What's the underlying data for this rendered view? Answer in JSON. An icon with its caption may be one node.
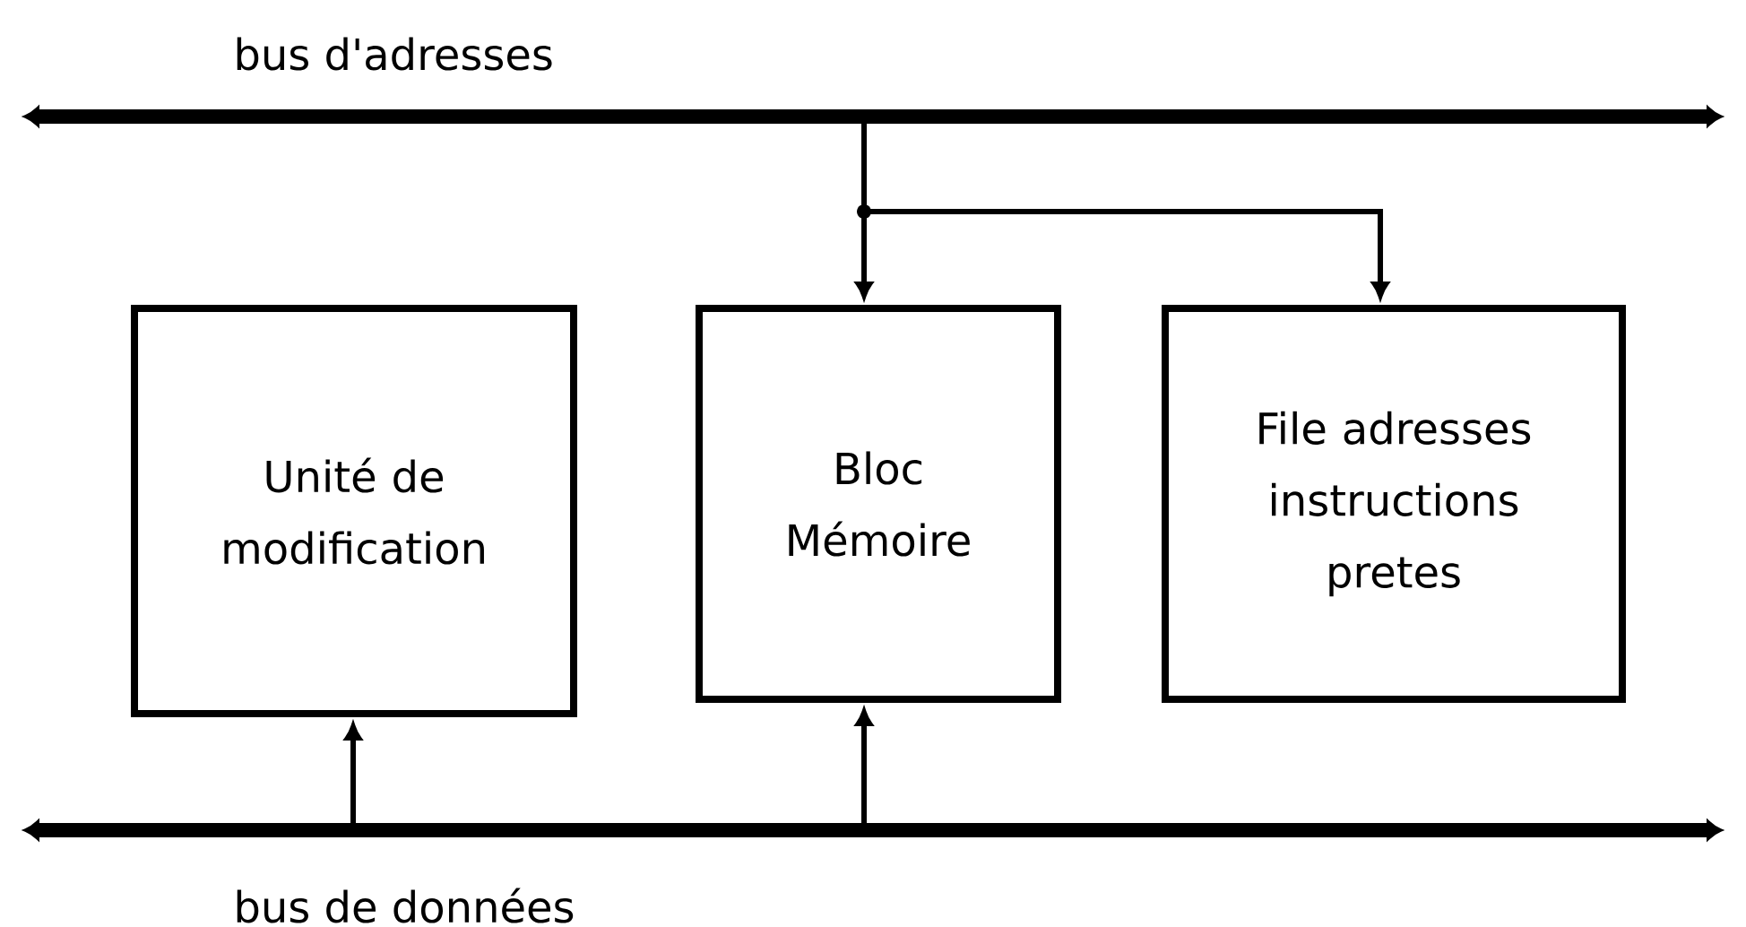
{
  "diagram": {
    "nodes": [
      {
        "text": [
          "bus d'adresses"
        ]
      },
      {
        "text": [
          "Unité de modification"
        ]
      },
      {
        "text": [
          "Bloc Mémoire"
        ]
      },
      {
        "text": [
          "File adresses instructions pretes"
        ]
      },
      {
        "text": [
          "bus de données"
        ]
      }
    ],
    "edges": [
      {
        "from": 0,
        "to": 2,
        "arrow": "to"
      },
      {
        "from": 0,
        "to": 3,
        "arrow": "to"
      },
      {
        "from": 4,
        "to": 1,
        "arrow": "to"
      },
      {
        "from": 4,
        "to": 2,
        "arrow": "to"
      }
    ]
  }
}
